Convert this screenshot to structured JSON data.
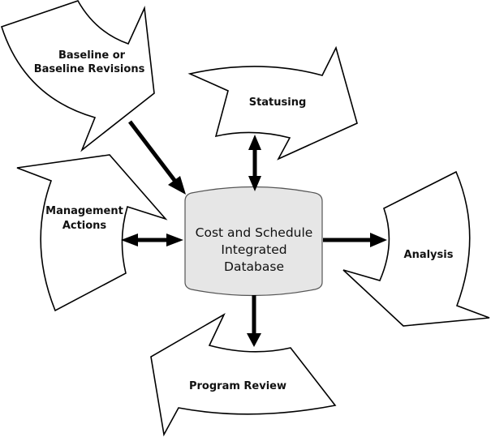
{
  "diagram": {
    "type": "cycle-around-database",
    "center": {
      "label_lines": [
        "Cost and Schedule",
        "Integrated",
        "Database"
      ],
      "fill": "#e6e6e6"
    },
    "nodes": [
      {
        "id": "baseline",
        "label_lines": [
          "Baseline or",
          "Baseline Revisions"
        ],
        "connection": "to-center"
      },
      {
        "id": "statusing",
        "label_lines": [
          "Statusing"
        ],
        "connection": "bidirectional"
      },
      {
        "id": "analysis",
        "label_lines": [
          "Analysis"
        ],
        "connection": "from-center"
      },
      {
        "id": "program-review",
        "label_lines": [
          "Program Review"
        ],
        "connection": "from-center"
      },
      {
        "id": "management-actions",
        "label_lines": [
          "Management",
          "Actions"
        ],
        "connection": "bidirectional"
      }
    ]
  }
}
